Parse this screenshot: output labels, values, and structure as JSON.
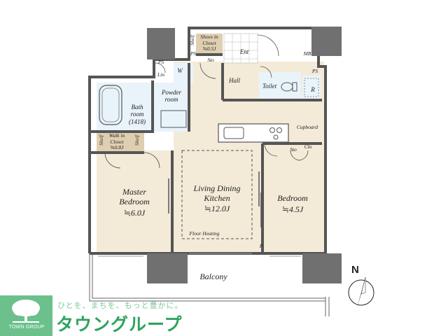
{
  "rooms": {
    "master_bedroom": {
      "name": "Master\nBedroom",
      "size": "≒6.0J"
    },
    "ldk": {
      "name": "Living Dining\nKitchen",
      "size": "≒12.0J"
    },
    "bedroom": {
      "name": "Bedroom",
      "size": "≒4.5J"
    },
    "bath": {
      "name": "Bath\nroom",
      "size": "(1418)"
    },
    "powder": {
      "name": "Powder\nroom"
    },
    "walkin": {
      "name": "Walk in\nCloset",
      "size": "≒0.8J"
    },
    "shoes": {
      "name": "Shoes in\nCloset",
      "size": "≒0.5J"
    }
  },
  "labels": {
    "ent": "Ent",
    "hall": "Hall",
    "toilet": "Toilet",
    "sto": "Sto",
    "sto2": "Sto",
    "clo": "Clo",
    "cupboard": "Cupboard",
    "floor_heating": "Floor Heating",
    "balcony": "Balcony",
    "ps1": "PS",
    "ps2": "PS",
    "ps3": "PS",
    "lin": "Lin",
    "w": "W",
    "r": "R",
    "mb": "MB",
    "p": "P",
    "shelf": "Shelf",
    "north": "N"
  },
  "brand": {
    "slogan": "ひとを、まちを、もっと豊かに。",
    "name": "タウングループ",
    "logo_text": "TOWN GROUP"
  },
  "colors": {
    "floor": "#f4ead8",
    "wet_area": "#e9f3fa",
    "closet": "#dfcfb0",
    "wall": "#555555",
    "column": "#707070",
    "brand_green": "#2fa35f"
  }
}
